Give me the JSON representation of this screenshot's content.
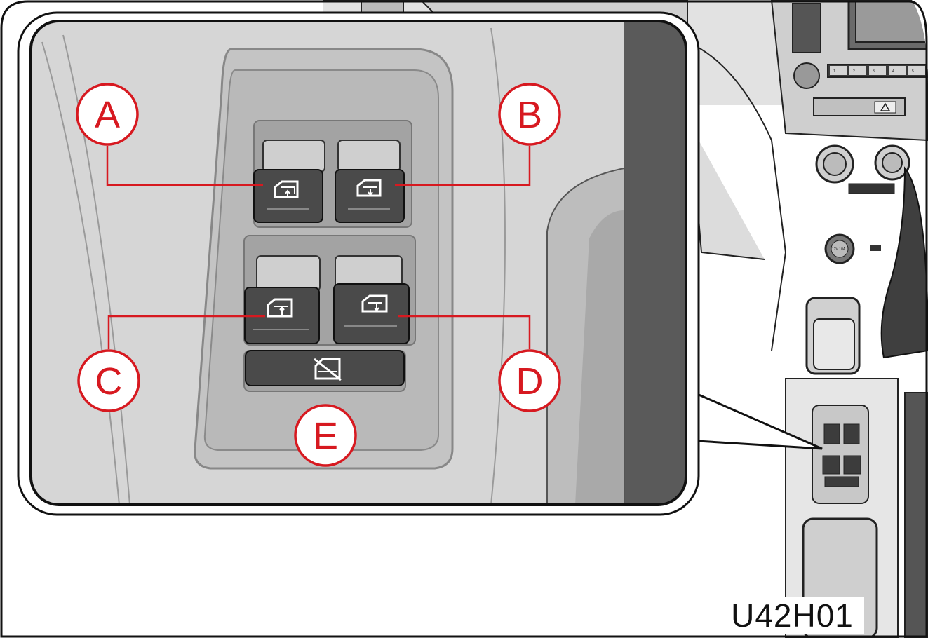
{
  "figure": {
    "reference_code": "U42H01",
    "callouts": [
      {
        "id": "A",
        "label": "A"
      },
      {
        "id": "B",
        "label": "B"
      },
      {
        "id": "C",
        "label": "C"
      },
      {
        "id": "D",
        "label": "D"
      },
      {
        "id": "E",
        "label": "E"
      }
    ],
    "dashboard_labels": {
      "socket": "12V 10A",
      "gear_buttons": [
        "1",
        "2",
        "3",
        "4",
        "5"
      ]
    },
    "colors": {
      "callout": "#d71920",
      "switch_body": "#4a4a4a",
      "console": "#c8c8c8",
      "outline": "#111111"
    },
    "icons": [
      "window-front-left-icon",
      "window-front-right-icon",
      "window-rear-left-icon",
      "window-rear-right-icon",
      "window-lock-icon"
    ]
  }
}
